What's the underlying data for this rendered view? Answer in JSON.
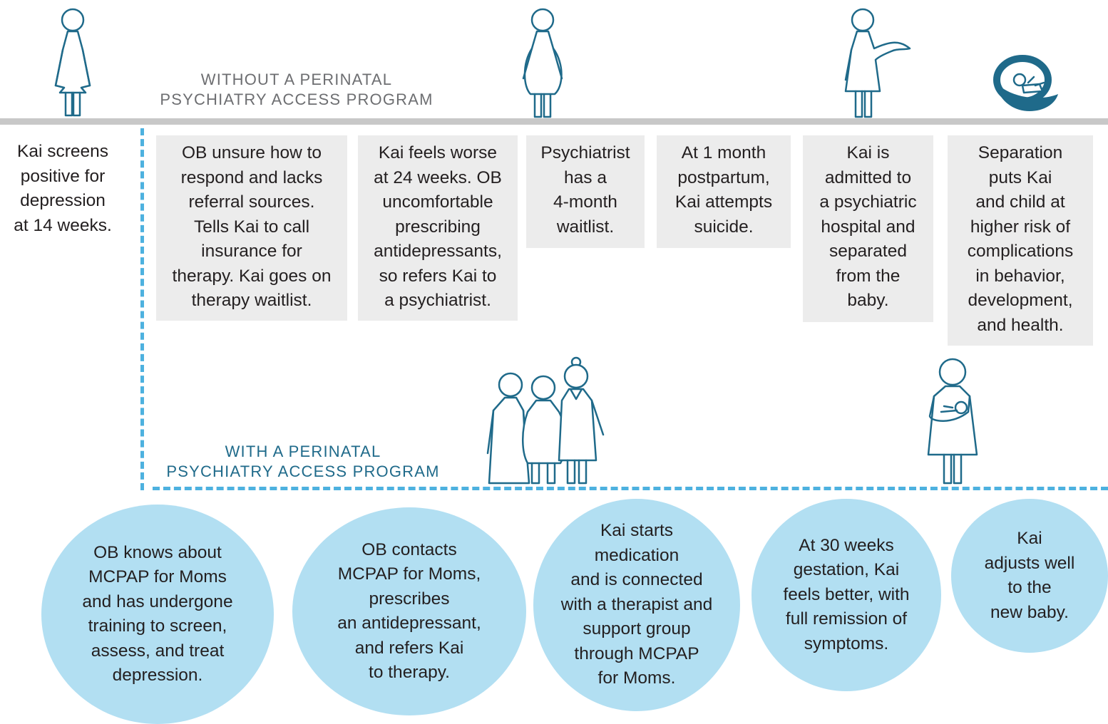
{
  "headings": {
    "without_line1": "WITHOUT A PERINATAL",
    "without_line2": "PSYCHIATRY ACCESS PROGRAM",
    "with_line1": "WITH A PERINATAL",
    "with_line2": "PSYCHIATRY ACCESS PROGRAM"
  },
  "start_text": "Kai screens\npositive for\ndepression\nat 14 weeks.",
  "without_steps": [
    {
      "text": "OB unsure how to\nrespond and lacks\nreferral sources.\nTells Kai to call\ninsurance for\ntherapy. Kai goes on\ntherapy waitlist."
    },
    {
      "text": "Kai feels worse\nat 24 weeks. OB\nuncomfortable\nprescribing\nantidepressants,\nso refers Kai to\na psychiatrist."
    },
    {
      "text": "Psychiatrist\nhas a\n4-month\nwaitlist."
    },
    {
      "text": "At 1 month\npostpartum,\nKai attempts\nsuicide."
    },
    {
      "text": "Kai is\nadmitted to\na psychiatric\nhospital and\nseparated\nfrom the\nbaby."
    },
    {
      "text": "Separation\nputs Kai\nand child at\nhigher risk of\ncomplications\nin behavior,\ndevelopment,\nand health."
    }
  ],
  "with_steps": [
    {
      "text": "OB knows about\nMCPAP for Moms\nand has undergone\ntraining to screen,\nassess, and treat\ndepression."
    },
    {
      "text": "OB contacts\nMCPAP for Moms,\nprescribes\nan antidepressant,\nand refers Kai\nto therapy."
    },
    {
      "text": "Kai starts\nmedication\nand is connected\nwith a therapist and\nsupport group\nthrough MCPAP\nfor Moms."
    },
    {
      "text": "At 30 weeks\ngestation, Kai\nfeels better, with\nfull remission of\nsymptoms."
    },
    {
      "text": "Kai\nadjusts well\nto the\nnew baby."
    }
  ],
  "colors": {
    "timeline_gray": "#c8c8c8",
    "box_gray": "#ececec",
    "dash_blue": "#4db1df",
    "circle_blue": "#b2dff2",
    "icon_teal": "#1f6a8a"
  },
  "icons": [
    "woman-icon",
    "pregnant-woman-icon",
    "woman-reaching-icon",
    "baby-carrier-icon",
    "support-group-icon",
    "woman-holding-baby-icon"
  ]
}
